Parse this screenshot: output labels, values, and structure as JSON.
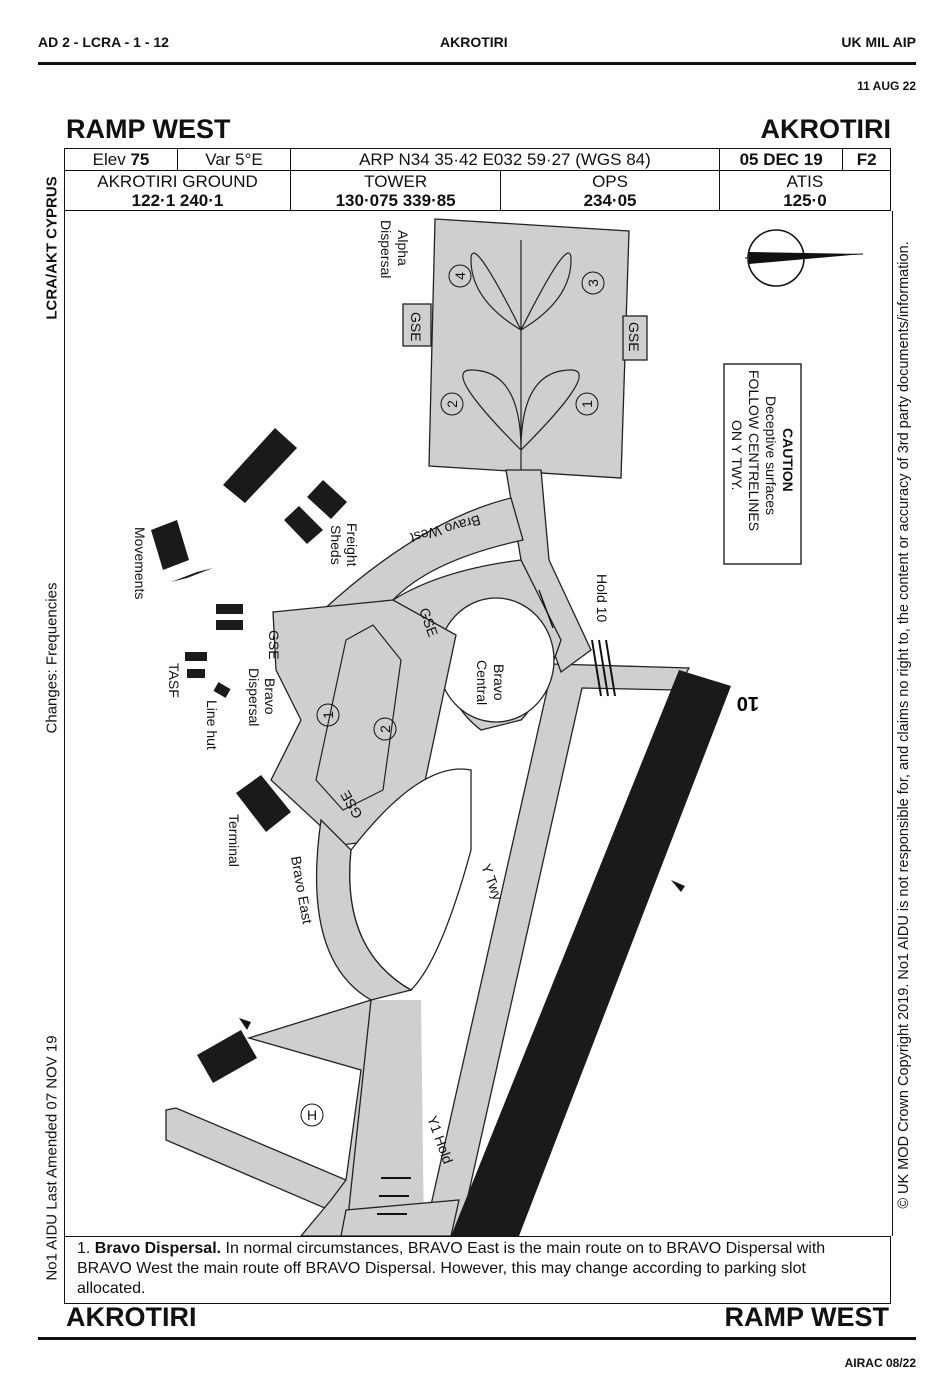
{
  "header": {
    "left": "AD 2 - LCRA - 1 - 12",
    "center": "AKROTIRI",
    "right": "UK MIL AIP",
    "date": "11 AUG 22"
  },
  "chart": {
    "title_left": "RAMP WEST",
    "title_right": "AKROTIRI",
    "elev_label": "Elev",
    "elev_value": "75",
    "var": "Var 5°E",
    "arp": "ARP  N34 35·42 E032 59·27 (WGS 84)",
    "chart_date": "05 DEC 19",
    "chart_id": "F2"
  },
  "frequencies": [
    {
      "name": "AKROTIRI GROUND",
      "value": "122·1   240·1"
    },
    {
      "name": "TOWER",
      "value": "130·075   339·85"
    },
    {
      "name": "OPS",
      "value": "234·05"
    },
    {
      "name": "ATIS",
      "value": "125·0"
    }
  ],
  "side": {
    "location": "LCRA/AKT CYPRUS",
    "changes": "Changes: Frequencies",
    "amended": "No1 AIDU Last Amended 07 NOV 19",
    "copyright": "© UK MOD Crown Copyright 2019. No1 AIDU is not responsible for, and claims no right to, the content or accuracy of 3rd party documents/information."
  },
  "map": {
    "caution": [
      "CAUTION",
      "Deceptive surfaces",
      "FOLLOW CENTRELINES",
      "ON Y TWY."
    ],
    "runway": "10",
    "labels": {
      "alpha": [
        "Alpha",
        "Dispersal"
      ],
      "gse": "GSE",
      "bravo_west": "Bravo West",
      "freight": [
        "Freight",
        "Sheds"
      ],
      "movements": "Movements",
      "hold10": "Hold 10",
      "bravo_central": [
        "Bravo",
        "Central"
      ],
      "bravo_dispersal": [
        "Bravo",
        "Dispersal"
      ],
      "tasf": "TASF",
      "line_hut": "Line hut",
      "terminal": "Terminal",
      "bravo_east": "Bravo East",
      "y_twy": "Y Twy",
      "y1_hold": "Y1 Hold",
      "heli": "H"
    },
    "stands_alpha": [
      "1",
      "2",
      "3",
      "4"
    ],
    "stands_bravo": [
      "1",
      "2"
    ]
  },
  "notes": {
    "number": "1.",
    "bold": "Bravo Dispersal.",
    "text": "In normal circumstances, BRAVO East is the main route on to BRAVO Dispersal with BRAVO West the main route off BRAVO Dispersal. However, this may change according to parking slot allocated."
  },
  "footer": {
    "left": "AKROTIRI",
    "right": "RAMP WEST",
    "airac": "AIRAC 08/22"
  }
}
